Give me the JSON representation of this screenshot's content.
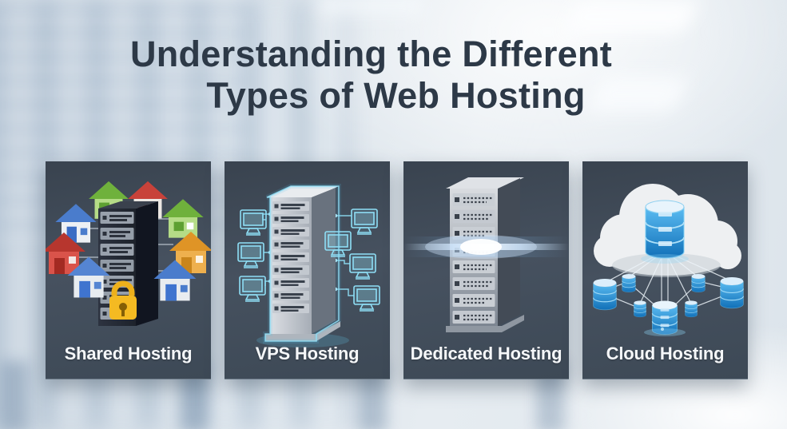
{
  "title": {
    "line1": "Understanding the Different",
    "line2": "Types of Web Hosting"
  },
  "panels": [
    {
      "label": "Shared Hosting",
      "icon": "shared-hosting-server-houses-lock-illustration"
    },
    {
      "label": "VPS Hosting",
      "icon": "vps-server-connected-monitors-illustration"
    },
    {
      "label": "Dedicated Hosting",
      "icon": "dedicated-server-tower-light-flare-illustration"
    },
    {
      "label": "Cloud Hosting",
      "icon": "cloud-database-network-illustration"
    }
  ],
  "colors": {
    "title_text": "#2d3947",
    "panel_background": "#414c59",
    "panel_label_text": "#f5f7f9",
    "background_light_blue": "#dfe7ee",
    "vps_accent_cyan": "#7fd8f2",
    "cloud_accent_blue": "#2f9de4",
    "shared_lock_yellow": "#f2b41f",
    "house_red": "#c8423a",
    "house_blue": "#4a7ccc",
    "house_green": "#6fb13c",
    "house_orange": "#df9426"
  }
}
